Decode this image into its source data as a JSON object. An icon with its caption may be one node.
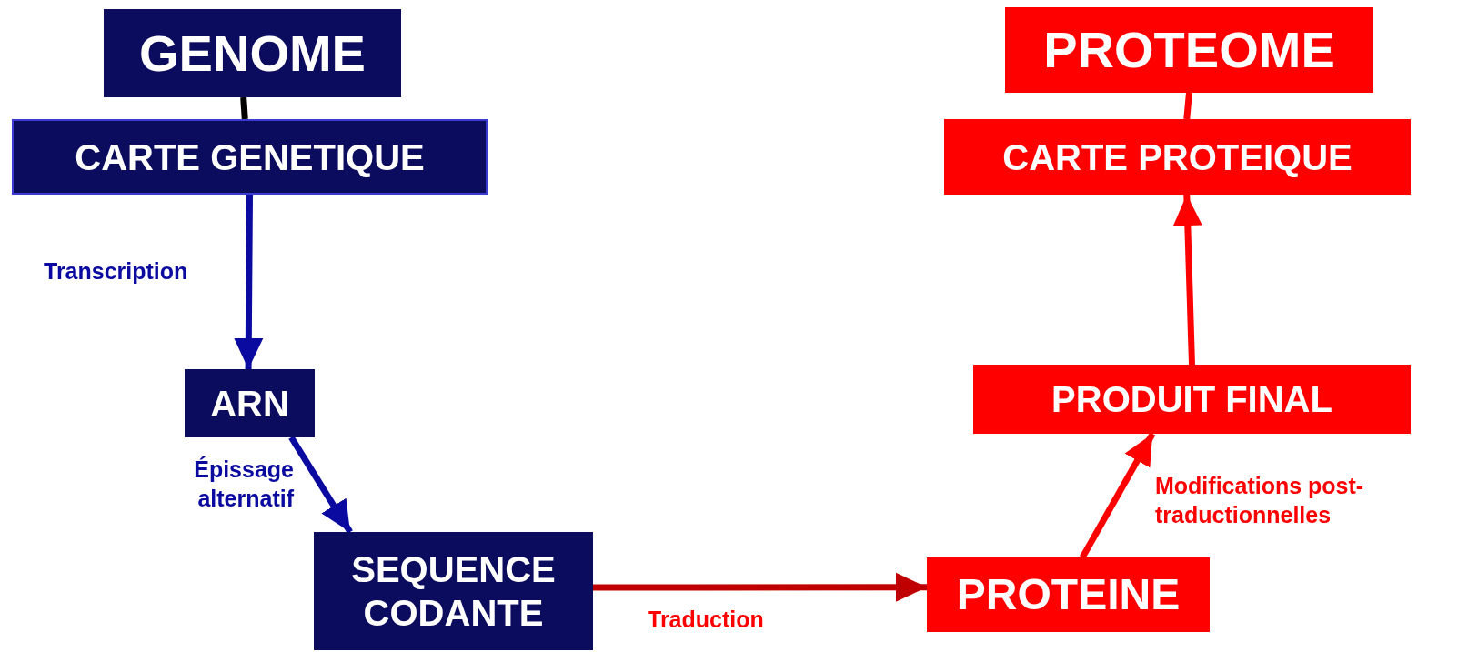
{
  "diagram": {
    "nodes": [
      {
        "text": [
          "GENOME"
        ]
      },
      {
        "text": [
          "CARTE GENETIQUE"
        ]
      },
      {
        "text": [
          "ARN"
        ]
      },
      {
        "text": [
          "SEQUENCE CODANTE"
        ]
      },
      {
        "text": [
          "PROTEINE"
        ]
      },
      {
        "text": [
          "PRODUIT FINAL"
        ]
      },
      {
        "text": [
          "CARTE PROTEIQUE"
        ]
      },
      {
        "text": [
          "PROTEOME"
        ]
      }
    ],
    "edges": [
      {
        "from": 0,
        "to": 1,
        "arrow": "none",
        "color": "#000000"
      },
      {
        "from": 1,
        "to": 2,
        "arrow": "to",
        "label": "Transcription",
        "color": "#0a0aa0"
      },
      {
        "from": 2,
        "to": 3,
        "arrow": "to",
        "label": "Épissage alternatif",
        "color": "#0a0aa0"
      },
      {
        "from": 3,
        "to": 4,
        "arrow": "to",
        "label": "Traduction",
        "color": "#c00000"
      },
      {
        "from": 4,
        "to": 5,
        "arrow": "to",
        "label": "Modifications post-traductionnelles"
      },
      {
        "from": 5,
        "to": 6,
        "arrow": "to"
      },
      {
        "from": 6,
        "to": 7,
        "arrow": "none"
      }
    ]
  }
}
